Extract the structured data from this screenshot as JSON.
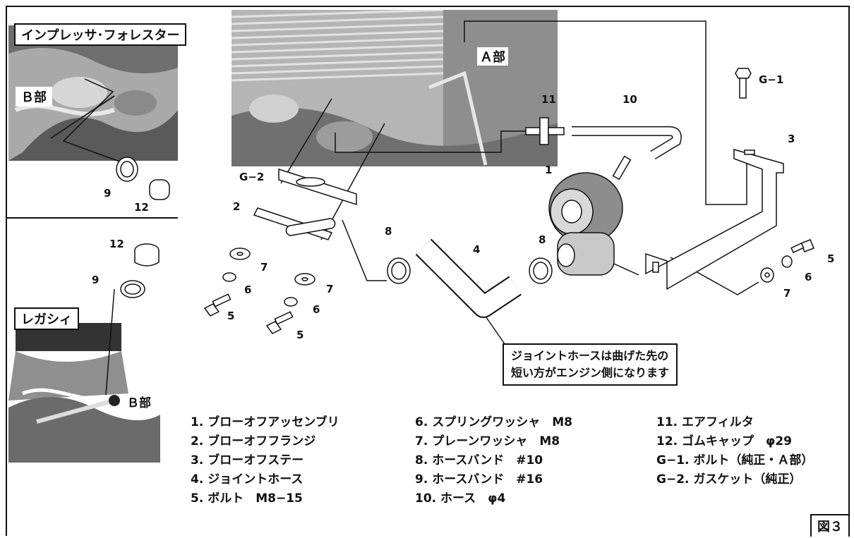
{
  "photos": {
    "impreza": {
      "label": "インプレッサ･フォレスター",
      "part": "Ｂ部"
    },
    "intercooler": {
      "part": "Ａ部"
    },
    "legacy": {
      "label": "レガシィ",
      "part": "Ｂ部"
    }
  },
  "callouts": {
    "g1": "G−1",
    "g2": "G−2",
    "n1": "1",
    "n2": "2",
    "n3": "3",
    "n4": "4",
    "n5a": "5",
    "n5b": "5",
    "n5c": "5",
    "n6a": "6",
    "n6b": "6",
    "n6c": "6",
    "n7a": "7",
    "n7b": "7",
    "n7c": "7",
    "n8a": "8",
    "n8b": "8",
    "n9a": "9",
    "n9b": "9",
    "n10": "10",
    "n11": "11",
    "n12a": "12",
    "n12b": "12"
  },
  "note": {
    "line1": "ジョイントホースは曲げた先の",
    "line2": "短い方がエンジン側になります"
  },
  "legend": {
    "col1": [
      "1. ブローオフアッセンブリ",
      "2. ブローオフフランジ",
      "3. ブローオフステー",
      "4. ジョイントホース",
      "5. ボルト　M8−15"
    ],
    "col2": [
      "6. スプリングワッシャ　M8",
      "7. プレーンワッシャ　M8",
      "8. ホースバンド　#10",
      "9. ホースバンド　#16",
      "10. ホース　φ4"
    ],
    "col3": [
      "11. エアフィルタ",
      "12. ゴムキャップ　φ29",
      "G−1. ボルト（純正・Ａ部）",
      "G−2. ガスケット（純正）"
    ]
  },
  "figure_label": "図３"
}
